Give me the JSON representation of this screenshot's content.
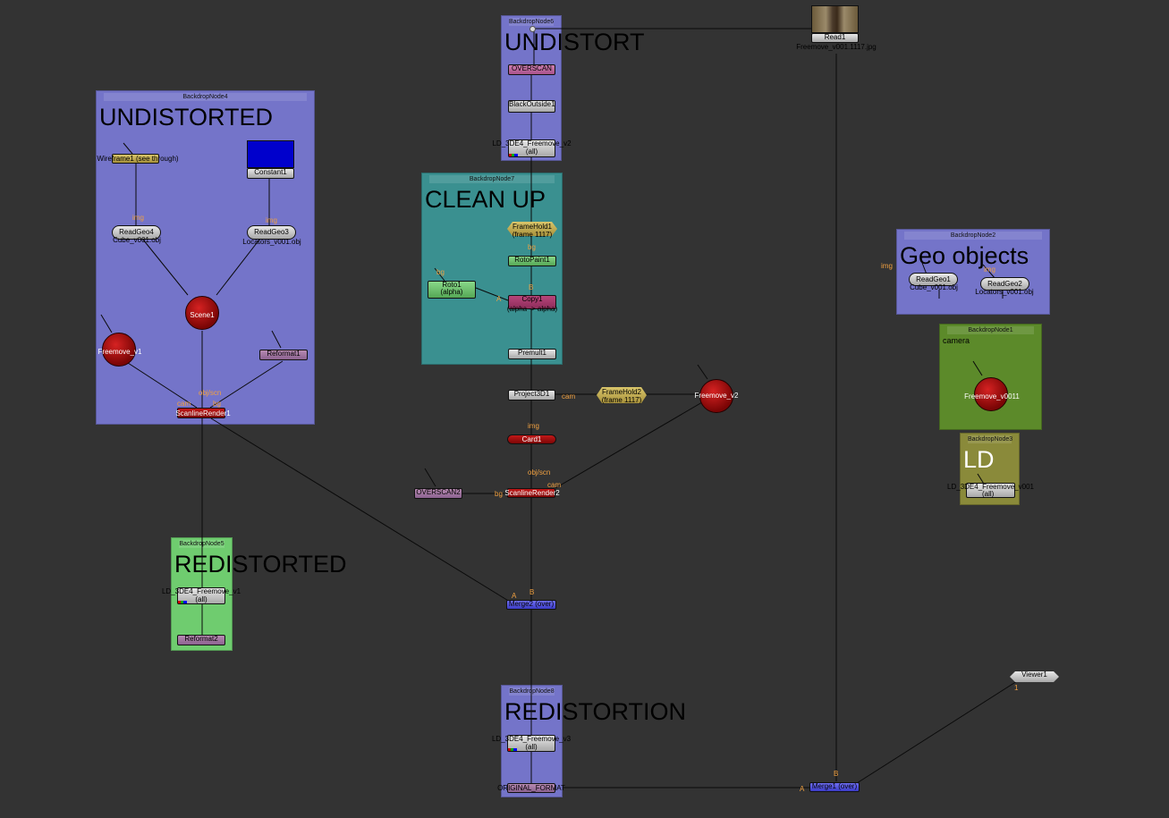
{
  "backdrops": {
    "bd4": {
      "header": "BackdropNode4",
      "title": "UNDISTORTED",
      "color": "#7474c9"
    },
    "bd6": {
      "header": "BackdropNode6",
      "title": "UNDISTORT",
      "color": "#7474c9"
    },
    "bd7": {
      "header": "BackdropNode7",
      "title": "CLEAN UP",
      "color": "#3a9090"
    },
    "bd5": {
      "header": "BackdropNode5",
      "title": "REDISTORTED",
      "color": "#6fcc6f"
    },
    "bd8": {
      "header": "BackdropNode8",
      "title": "REDISTORTION",
      "color": "#7474c9"
    },
    "bd2": {
      "header": "BackdropNode2",
      "title": "Geo objects",
      "color": "#7474c9"
    },
    "bd1": {
      "header": "BackdropNode1",
      "title": "camera",
      "color": "#5c8a2a"
    },
    "bd3": {
      "header": "BackdropNode3",
      "title": "LD",
      "color": "#8a8a3a"
    }
  },
  "nodes": {
    "read1": {
      "label": "Read1",
      "sub": "Freemove_v001.1117.jpg"
    },
    "overscan": {
      "label": "OVERSCAN"
    },
    "blackoutside1": {
      "label": "BlackOutside1"
    },
    "ld_v2": {
      "label": "LD_3DE4_Freemove_v2",
      "sub": "(all)"
    },
    "wireframe1": {
      "label": "Wireframe1 (see through)"
    },
    "constant1": {
      "label": "Constant1"
    },
    "readgeo4": {
      "label": "ReadGeo4",
      "sub": "Cube_v001.obj"
    },
    "readgeo3": {
      "label": "ReadGeo3",
      "sub": "Locators_v001.obj"
    },
    "scene1": {
      "label": "Scene1"
    },
    "freemove_v1": {
      "label": "Freemove_v1"
    },
    "reformat1": {
      "label": "Reformat1"
    },
    "scanlinerender1": {
      "label": "ScanlineRender1"
    },
    "framehold1": {
      "label": "FrameHold1",
      "sub": "(frame 1117)"
    },
    "rotopaint1": {
      "label": "RotoPaint1"
    },
    "roto1": {
      "label": "Roto1",
      "sub": "(alpha)"
    },
    "copy1": {
      "label": "Copy1",
      "sub": "(alpha -> alpha)"
    },
    "premult1": {
      "label": "Premult1"
    },
    "project3d1": {
      "label": "Project3D1"
    },
    "framehold2": {
      "label": "FrameHold2",
      "sub": "(frame 1117)"
    },
    "freemove_v2": {
      "label": "Freemove_v2"
    },
    "card1": {
      "label": "Card1"
    },
    "overscan2": {
      "label": "OVERSCAN2"
    },
    "scanlinerender2": {
      "label": "ScanlineRender2"
    },
    "ld_v1": {
      "label": "LD_3DE4_Freemove_v1",
      "sub": "(all)"
    },
    "reformat2": {
      "label": "Reformat2"
    },
    "merge2": {
      "label": "Merge2 (over)"
    },
    "ld_v3": {
      "label": "LD_3DE4_Freemove_v3",
      "sub": "(all)"
    },
    "original_format": {
      "label": "ORIGINAL_FORMAT"
    },
    "merge1": {
      "label": "Merge1 (over)"
    },
    "viewer1": {
      "label": "Viewer1"
    },
    "readgeo1": {
      "label": "ReadGeo1",
      "sub": "Cube_v001.obj"
    },
    "readgeo2": {
      "label": "ReadGeo2",
      "sub": "Locators_v001.obj"
    },
    "freemove_v0011": {
      "label": "Freemove_v0011"
    },
    "ld_v001": {
      "label": "LD_3DE4_Freemove_v001",
      "sub": "(all)"
    }
  },
  "inputs": {
    "img1": "img",
    "img2": "img",
    "img3": "img",
    "img_geo": "img",
    "objscn1": "obj/scn",
    "objscn2": "obj/scn",
    "cam1": "cam",
    "bg1": "bg",
    "cam2": "cam",
    "cam3": "cam",
    "bg2": "bg",
    "bg3": "bg",
    "bg_rp": "bg",
    "bg_copy": "B",
    "a_copy": "A",
    "a_merge2": "A",
    "b_merge2": "B",
    "a_merge1": "A",
    "b_merge1": "B",
    "viewer_in": "1",
    "img_geo2": "img"
  },
  "colors": {
    "canvas": "#333333",
    "wire": "#0a0a0a",
    "input_label": "#f0a040"
  }
}
